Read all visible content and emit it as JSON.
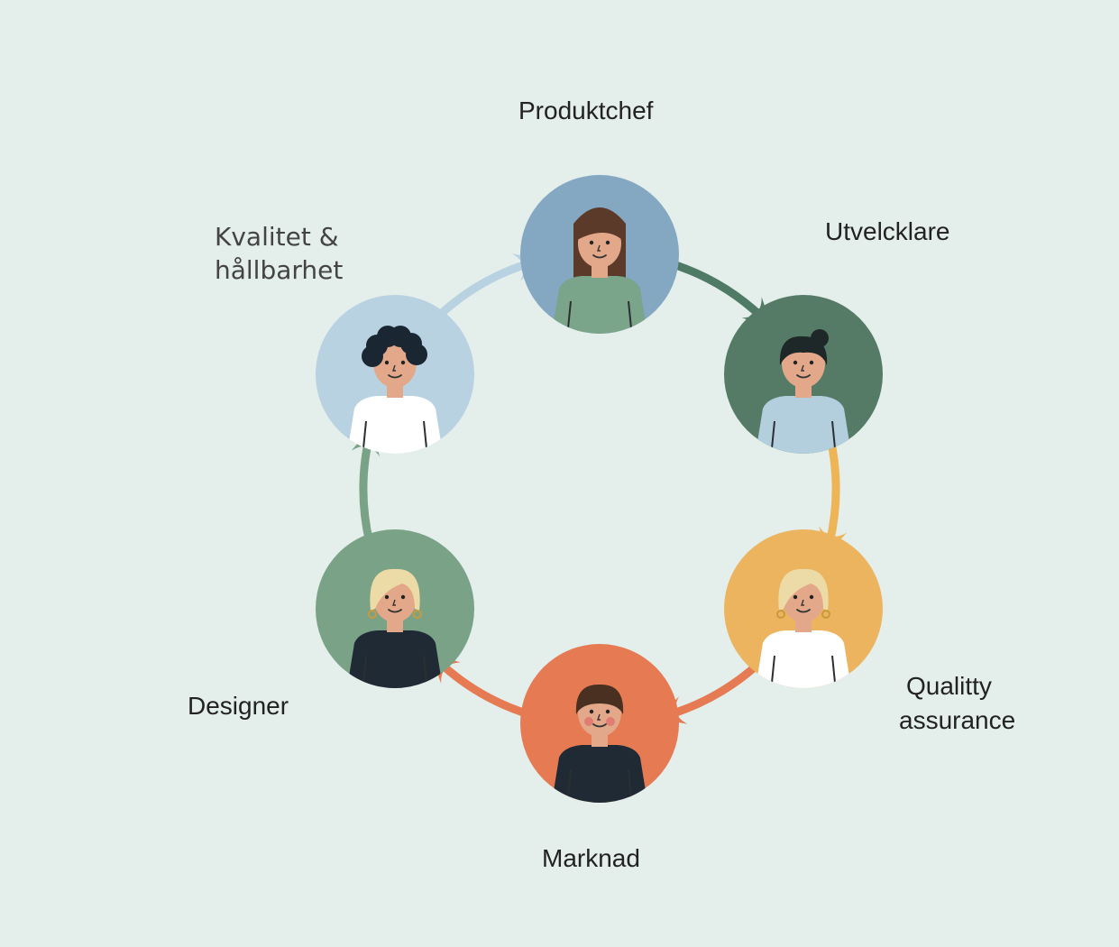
{
  "title": "Product team cycle",
  "roles": [
    {
      "id": "produktchef",
      "label": "Produktchef",
      "bg": "#84a8c2",
      "shirt": "#7ba58a",
      "hair": "#5c3a2a",
      "hairstyle": "long"
    },
    {
      "id": "utvecklare",
      "label": "Utvelcklare",
      "bg": "#557b67",
      "shirt": "#b3cedd",
      "hair": "#1e2828",
      "hairstyle": "bun"
    },
    {
      "id": "quality-assurance",
      "label_line1": "Qualitty",
      "label_line2": "assurance",
      "bg": "#ecb45f",
      "shirt": "#ffffff",
      "hair": "#ecdba6",
      "hairstyle": "bob"
    },
    {
      "id": "marknad",
      "label": "Marknad",
      "bg": "#e57a53",
      "shirt": "#1f2a35",
      "hair": "#4a3020",
      "hairstyle": "short"
    },
    {
      "id": "designer",
      "label": "Designer",
      "bg": "#7aa287",
      "shirt": "#1f2a35",
      "hair": "#ecdba6",
      "hairstyle": "bob"
    },
    {
      "id": "kvalitet-hallbarhet",
      "label_line1": "Kvalitet &",
      "label_line2": "hållbarhet",
      "bg": "#b8d2e2",
      "shirt": "#ffffff",
      "hair": "#1b2633",
      "hairstyle": "curly"
    }
  ],
  "arrows": [
    {
      "from": "produktchef",
      "to": "utvecklare",
      "color": "#4f7a65"
    },
    {
      "from": "utvecklare",
      "to": "quality-assurance",
      "color": "#eeb557"
    },
    {
      "from": "quality-assurance",
      "to": "marknad",
      "color": "#e57a53"
    },
    {
      "from": "marknad",
      "to": "designer",
      "color": "#e57a53"
    },
    {
      "from": "designer",
      "to": "kvalitet-hallbarhet",
      "color": "#7aa287"
    },
    {
      "from": "kvalitet-hallbarhet",
      "to": "produktchef",
      "color": "#b8d2e2"
    }
  ],
  "skin": "#e3a88a"
}
